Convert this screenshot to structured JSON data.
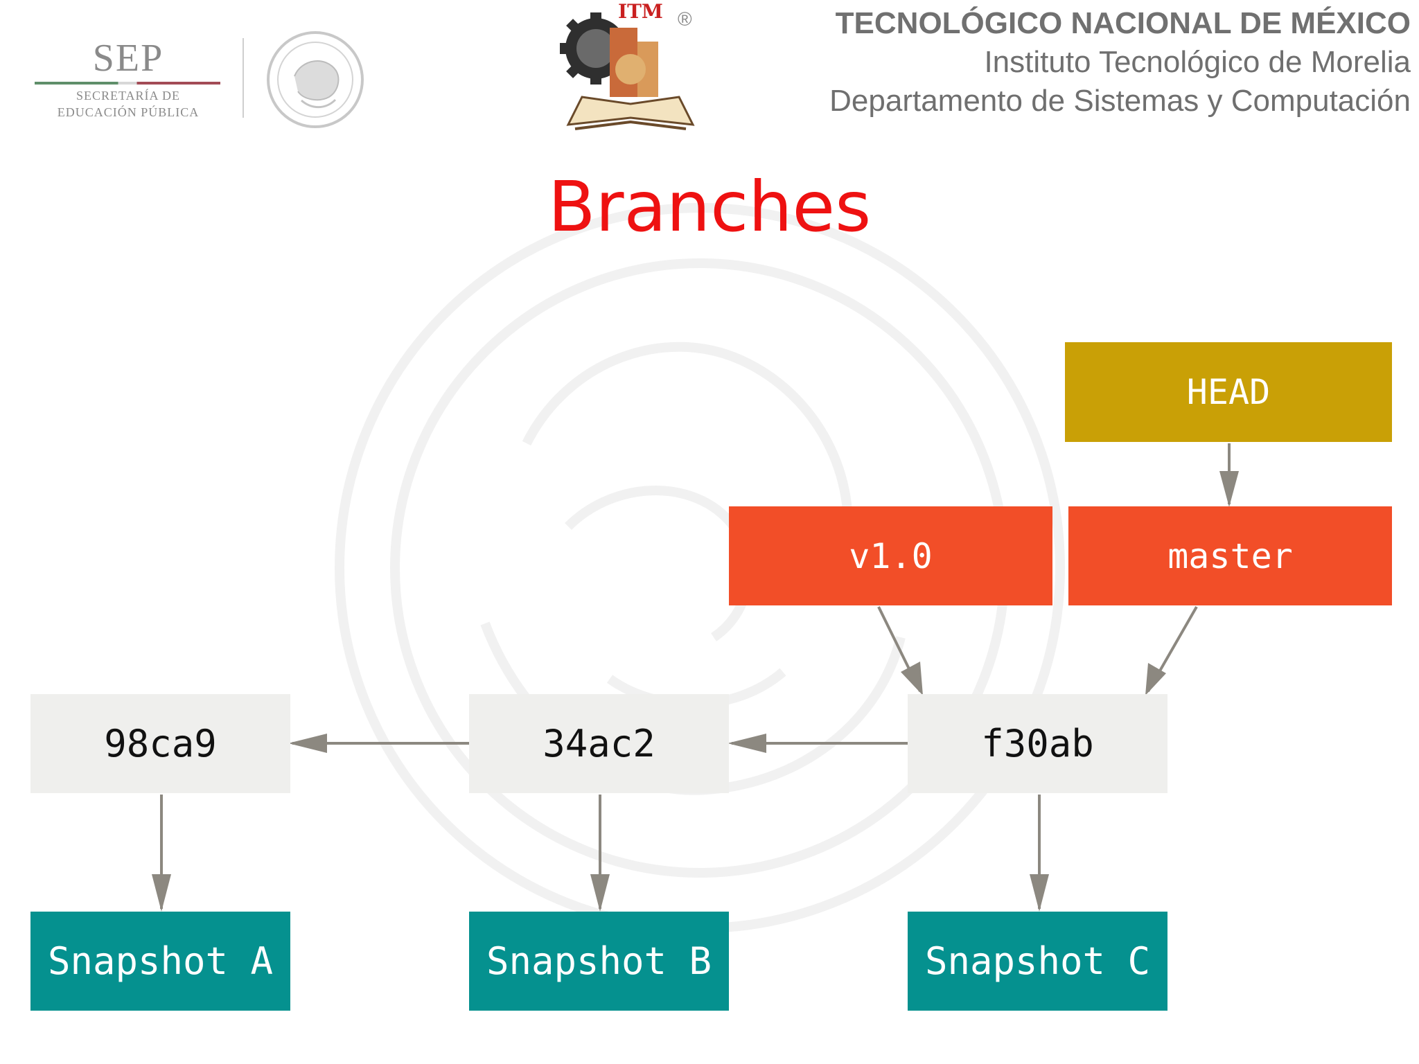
{
  "header": {
    "sep_logo": {
      "word": "SEP",
      "line1": "SECRETARÍA DE",
      "line2": "EDUCACIÓN PÚBLICA"
    },
    "itm_logo_text": "ITM",
    "registered_mark": "®",
    "institution": {
      "line1": "TECNOLÓGICO NACIONAL DE MÉXICO",
      "line2": "Instituto Tecnológico de Morelia",
      "line3": "Departamento de Sistemas y Computación"
    }
  },
  "title": "Branches",
  "diagram": {
    "commits": [
      "98ca9",
      "34ac2",
      "f30ab"
    ],
    "snapshots": [
      "Snapshot A",
      "Snapshot B",
      "Snapshot C"
    ],
    "refs": {
      "tag": "v1.0",
      "branch": "master",
      "head": "HEAD"
    },
    "colors": {
      "commit": "#efefed",
      "snapshot": "#05918f",
      "branch": "#f24e28",
      "head": "#c9a006",
      "arrow": "#8c8880",
      "title": "#ee1111"
    }
  }
}
